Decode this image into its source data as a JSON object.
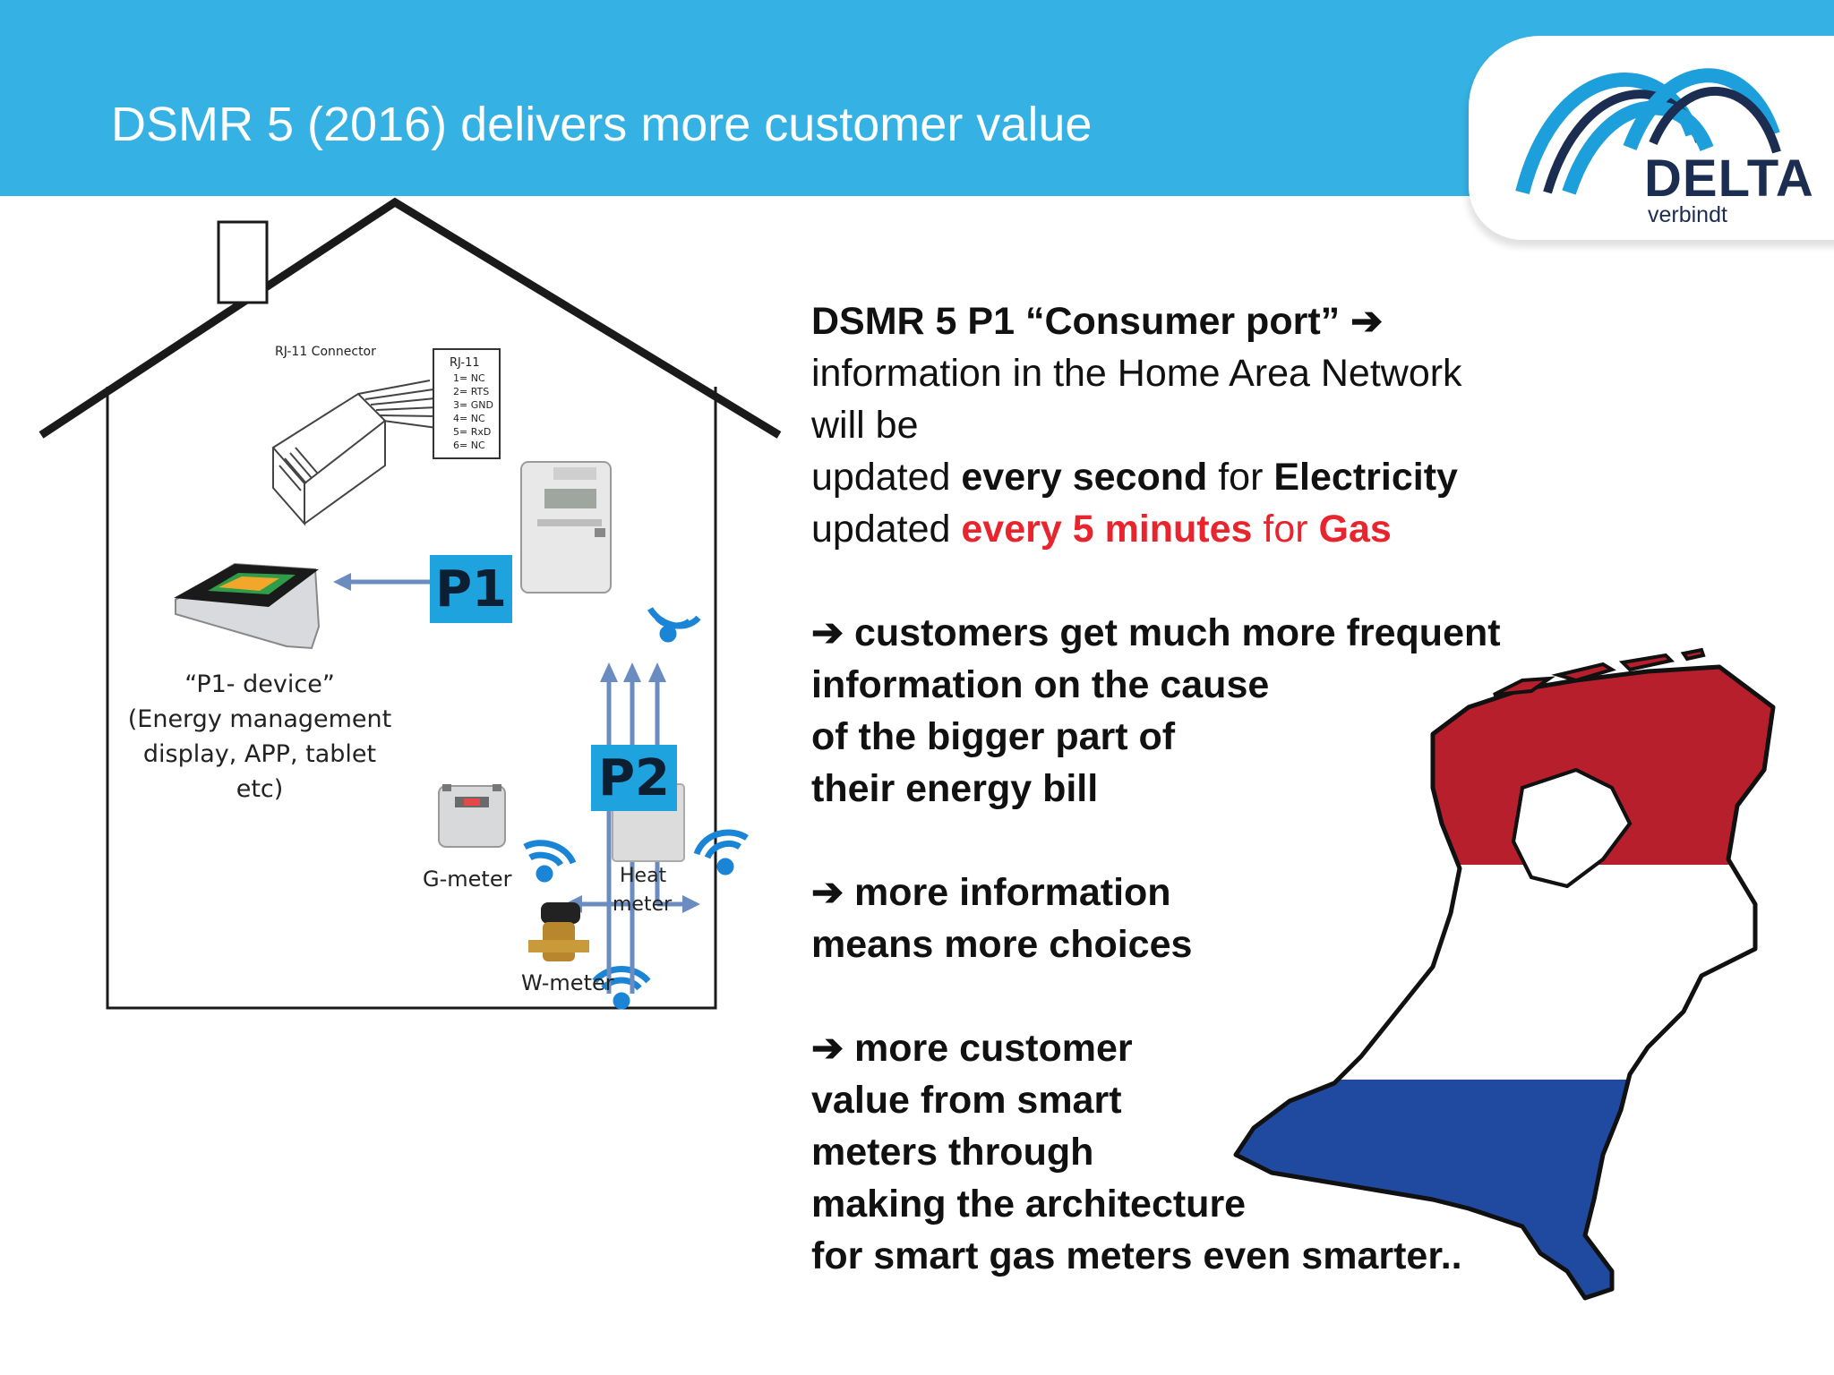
{
  "slide": {
    "title": "DSMR 5 (2016) delivers more customer value"
  },
  "logo": {
    "name": "DELTA",
    "tagline": "verbindt",
    "colors": {
      "arc_blue": "#1d9fdc",
      "arc_dark": "#1c2d52"
    }
  },
  "diagram": {
    "connector_label": "RJ-11 Connector",
    "rj11": {
      "title": "RJ-11",
      "pins": [
        "1= NC",
        "2= RTS",
        "3= GND",
        "4= NC",
        "5= RxD",
        "6= NC"
      ]
    },
    "p1_label": "P1",
    "p2_label": "P2",
    "p1_device": {
      "line1": "“P1- device”",
      "line2": "(Energy management",
      "line3": "display, APP, tablet",
      "line4": "etc)"
    },
    "g_meter": "G-meter",
    "heat_meter_line1": "Heat",
    "heat_meter_line2": "meter",
    "w_meter": "W-meter",
    "colors": {
      "port_box": "#1fa3df",
      "arrow": "#6a8cc0",
      "house": "#1a1a1a"
    }
  },
  "body": {
    "p1_heading": "DSMR 5 P1 “Consumer port” ➔",
    "p1_line2": "information in the Home Area Network",
    "p1_line3": "will be",
    "upd1_pre": "updated",
    "upd1_freq": "every second",
    "upd1_for": "for",
    "upd1_target": "Electricity",
    "upd2_pre": "updated",
    "upd2_freq": "every 5 minutes",
    "upd2_for": "for",
    "upd2_target": "Gas",
    "b1": [
      "➔ customers get much more frequent",
      "information on the cause",
      "of the bigger part of",
      "their energy bill"
    ],
    "b2": [
      "➔ more information",
      "means more choices"
    ],
    "b3": [
      "➔ more customer",
      "value from smart",
      "meters through",
      "making the architecture",
      "for smart gas meters even smarter.."
    ],
    "colors": {
      "highlight": "#e8252e"
    }
  },
  "map": {
    "colors": {
      "red": "#b71f2c",
      "white": "#ffffff",
      "blue": "#1f4aa0"
    }
  }
}
